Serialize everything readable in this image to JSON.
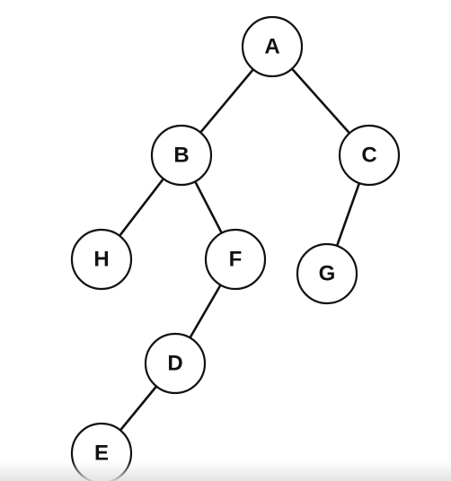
{
  "tree": {
    "nodes": [
      {
        "id": "A",
        "label": "A"
      },
      {
        "id": "B",
        "label": "B"
      },
      {
        "id": "C",
        "label": "C"
      },
      {
        "id": "H",
        "label": "H"
      },
      {
        "id": "F",
        "label": "F"
      },
      {
        "id": "G",
        "label": "G"
      },
      {
        "id": "D",
        "label": "D"
      },
      {
        "id": "E",
        "label": "E"
      }
    ],
    "edges": [
      {
        "from": "A",
        "to": "B"
      },
      {
        "from": "A",
        "to": "C"
      },
      {
        "from": "B",
        "to": "H"
      },
      {
        "from": "B",
        "to": "F"
      },
      {
        "from": "C",
        "to": "G"
      },
      {
        "from": "F",
        "to": "D"
      },
      {
        "from": "D",
        "to": "E"
      }
    ]
  },
  "colors": {
    "stroke": "#111111",
    "fill": "#ffffff",
    "background": "#ffffff"
  }
}
